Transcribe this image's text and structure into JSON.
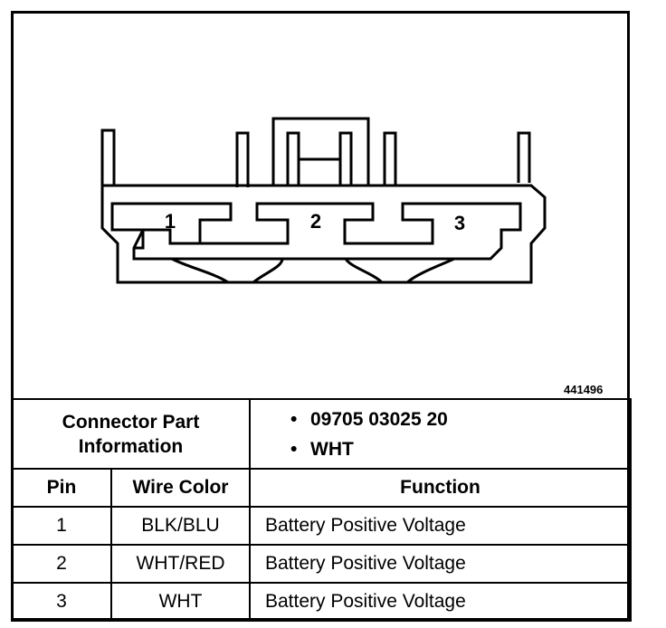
{
  "diagram": {
    "figure_id": "441496",
    "pins": [
      "1",
      "2",
      "3"
    ]
  },
  "connector_info": {
    "label_line1": "Connector Part",
    "label_line2": "Information",
    "values": [
      "09705 03025 20",
      "WHT"
    ]
  },
  "table": {
    "headers": [
      "Pin",
      "Wire Color",
      "Function"
    ],
    "rows": [
      {
        "pin": "1",
        "wire_color": "BLK/BLU",
        "function": "Battery Positive Voltage"
      },
      {
        "pin": "2",
        "wire_color": "WHT/RED",
        "function": "Battery Positive Voltage"
      },
      {
        "pin": "3",
        "wire_color": "WHT",
        "function": "Battery Positive Voltage"
      }
    ]
  }
}
